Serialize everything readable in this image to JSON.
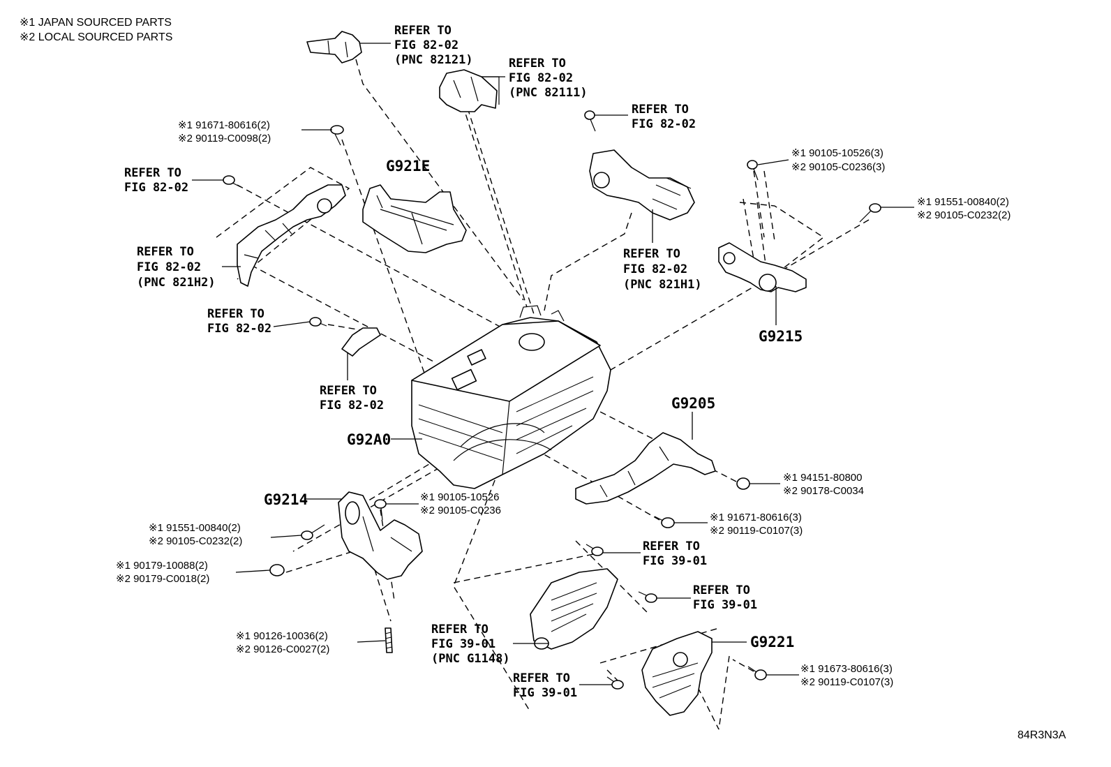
{
  "legend": {
    "line1": "※1 JAPAN SOURCED PARTS",
    "line2": "※2 LOCAL SOURCED PARTS"
  },
  "parts": {
    "g921e": "G921E",
    "g92a0": "G92A0",
    "g9215": "G9215",
    "g9205": "G9205",
    "g9214": "G9214",
    "g9221": "G9221"
  },
  "refs": {
    "r1": [
      "REFER TO",
      "FIG 82-02",
      "(PNC 82121)"
    ],
    "r2": [
      "REFER TO",
      "FIG 82-02",
      "(PNC 82111)"
    ],
    "r3": [
      "REFER TO",
      "FIG 82-02"
    ],
    "r4": [
      "REFER TO",
      "FIG 82-02"
    ],
    "r5": [
      "REFER TO",
      "FIG 82-02",
      "(PNC 821H2)"
    ],
    "r6": [
      "REFER TO",
      "FIG 82-02",
      "(PNC 821H1)"
    ],
    "r7": [
      "REFER TO",
      "FIG 82-02"
    ],
    "r8": [
      "REFER TO",
      "FIG 82-02"
    ],
    "r9": [
      "REFER TO",
      "FIG 39-01"
    ],
    "r10": [
      "REFER TO",
      "FIG 39-01"
    ],
    "r11": [
      "REFER TO",
      "FIG 39-01",
      "(PNC G1148)"
    ],
    "r12": [
      "REFER TO",
      "FIG 39-01"
    ]
  },
  "codes": {
    "c1": [
      "※1 91671-80616(2)",
      "※2 90119-C0098(2)"
    ],
    "c2": [
      "※1 90105-10526(3)",
      "※2 90105-C0236(3)"
    ],
    "c3": [
      "※1 91551-00840(2)",
      "※2 90105-C0232(2)"
    ],
    "c4": [
      "※1 94151-80800",
      "※2 90178-C0034"
    ],
    "c5": [
      "※1 90105-10526",
      "※2 90105-C0236"
    ],
    "c6": [
      "※1 91551-00840(2)",
      "※2 90105-C0232(2)"
    ],
    "c7": [
      "※1 91671-80616(3)",
      "※2 90119-C0107(3)"
    ],
    "c8": [
      "※1 90179-10088(2)",
      "※2 90179-C0018(2)"
    ],
    "c9": [
      "※1 90126-10036(2)",
      "※2 90126-C0027(2)"
    ],
    "c10": [
      "※1 91673-80616(3)",
      "※2 90119-C0107(3)"
    ]
  },
  "figure_id": "84R3N3A"
}
